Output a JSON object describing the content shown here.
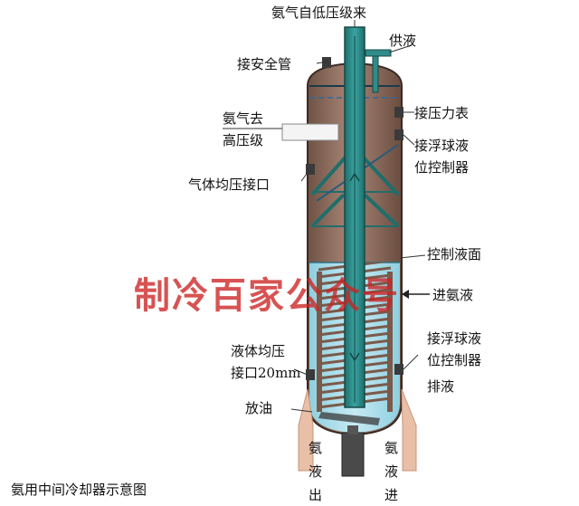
{
  "labels": {
    "top_in": "氨气自低压级来",
    "supply_liquid": "供液",
    "safety_valve": "接安全管",
    "gas_to_high_1": "氨气去",
    "gas_to_high_2": "高压级",
    "pressure_gauge": "接压力表",
    "float_ctrl_upper_1": "接浮球液",
    "float_ctrl_upper_2": "位控制器",
    "gas_balance": "气体均压接口",
    "liquid_level": "控制液面",
    "ammonia_in": "进氨液",
    "float_ctrl_lower_1": "接浮球液",
    "float_ctrl_lower_2": "位控制器",
    "liquid_balance_1": "液体均压",
    "liquid_balance_2": "接口20mm",
    "drain_liquid": "排液",
    "oil_drain": "放油",
    "liquid_out_1": "氨",
    "liquid_out_2": "液",
    "liquid_out_3": "出",
    "liquid_in_1": "氨",
    "liquid_in_2": "液",
    "liquid_in_3": "进",
    "caption": "氨用中间冷却器示意图",
    "watermark": "制冷百家公众号"
  },
  "colors": {
    "shell": "#8f6f5f",
    "shell_dark": "#5a3f33",
    "liquid": "#a9dbe9",
    "pipe": "#2f8c8a",
    "pipe_dark": "#1a5a58",
    "coil": "#8a6a5c",
    "tan": "#e8bfa7",
    "watermark": "#cc2222"
  }
}
